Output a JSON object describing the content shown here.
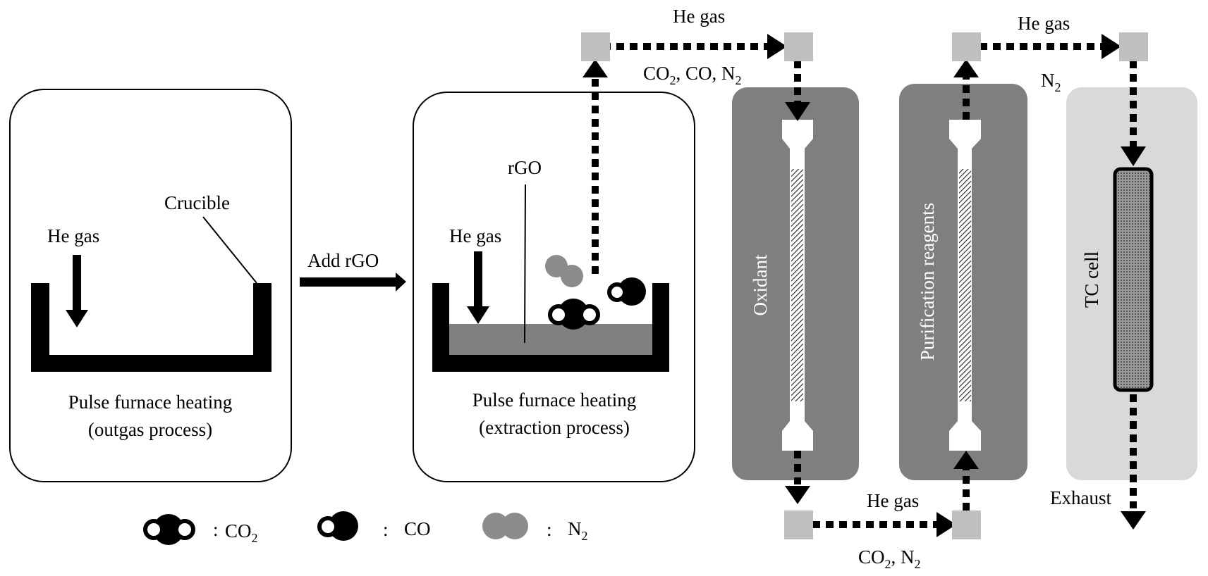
{
  "furnace_outgas": {
    "crucible_label": "Crucible",
    "gas_label": "He gas",
    "caption_line1": "Pulse furnace heating",
    "caption_line2": "(outgas process)"
  },
  "transfer": {
    "label": "Add rGO"
  },
  "furnace_extraction": {
    "sample_label": "rGO",
    "gas_label": "He gas",
    "caption_line1": "Pulse furnace heating",
    "caption_line2": "(extraction process)"
  },
  "top_flow_1": {
    "gas_label": "He gas",
    "species_p1": "CO",
    "species_p1_sub": "2",
    "species_p2": ", CO, N",
    "species_p2_sub": "2"
  },
  "top_flow_2": {
    "gas_label": "He gas",
    "species": "N",
    "species_sub": "2"
  },
  "bottom_flow": {
    "gas_label": "He gas",
    "species_p1": "CO",
    "species_p1_sub": "2",
    "species_p2": ", N",
    "species_p2_sub": "2"
  },
  "columns": {
    "oxidant_label": "Oxidant",
    "purification_label": "Purification reagents",
    "tc_label": "TC cell",
    "exhaust_label": "Exhaust"
  },
  "legend": {
    "co2_symbol": "CO",
    "co2_sub": "2",
    "co_symbol": "CO",
    "n2_symbol": "N",
    "n2_sub": "2",
    "separator": ":"
  },
  "colors": {
    "dark_column": "#7f7f7f",
    "light_column": "#d9d9d9",
    "node": "#bfbfbf",
    "rgo_fill": "#808080",
    "n2_molecule": "#8c8c8c",
    "black": "#000000"
  }
}
